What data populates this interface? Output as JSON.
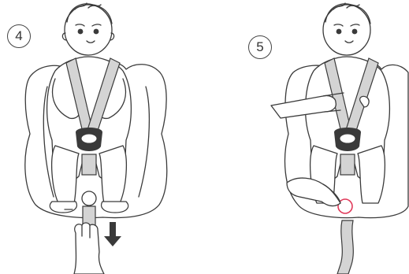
{
  "steps": [
    {
      "number": "4",
      "action": "pull-adjuster-strap",
      "arrow": "down-arrow-icon"
    },
    {
      "number": "5",
      "action": "press-release-button",
      "button_color": "#e03a5a"
    }
  ],
  "colors": {
    "line": "#3a3a3a",
    "strap": "#d4d4d4",
    "accent": "#e03a5a"
  }
}
